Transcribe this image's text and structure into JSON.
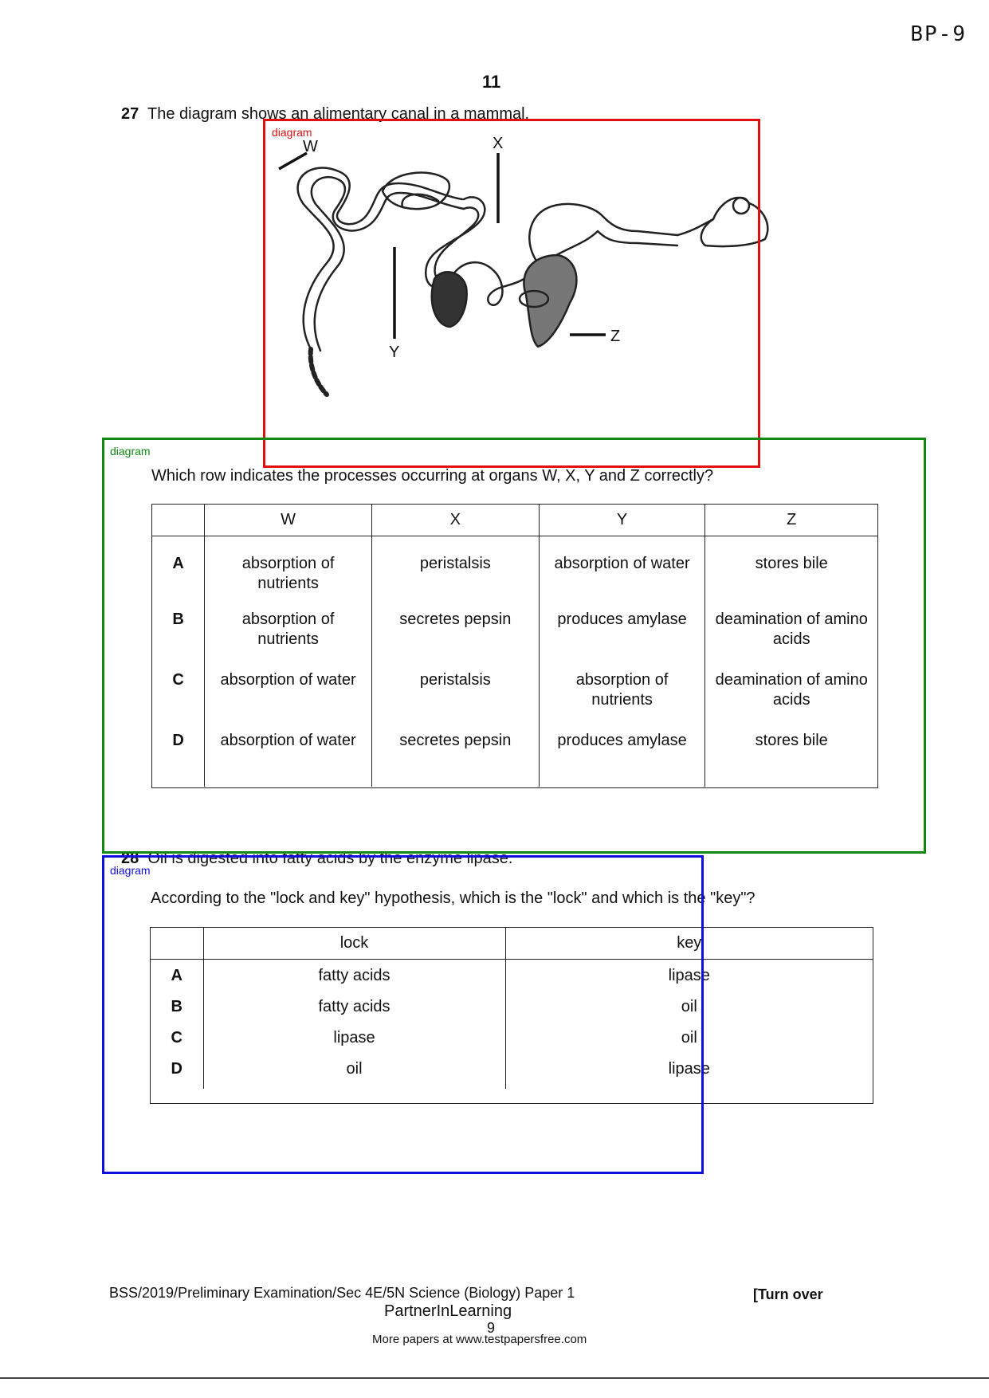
{
  "header": {
    "bp_mark": "BP-9",
    "page_number": "11"
  },
  "q27": {
    "number": "27",
    "text": "The diagram shows an alimentary canal in a mammal.",
    "diagram_labels": {
      "w": "W",
      "x": "X",
      "y": "Y",
      "z": "Z"
    },
    "question": "Which row indicates the processes occurring at organs W, X, Y and Z correctly?",
    "columns": [
      "W",
      "X",
      "Y",
      "Z"
    ],
    "rows": [
      {
        "letter": "A",
        "w": "absorption of nutrients",
        "x": "peristalsis",
        "y": "absorption of water",
        "z": "stores bile"
      },
      {
        "letter": "B",
        "w": "absorption of nutrients",
        "x": "secretes pepsin",
        "y": "produces amylase",
        "z": "deamination of amino acids"
      },
      {
        "letter": "C",
        "w": "absorption of water",
        "x": "peristalsis",
        "y": "absorption of nutrients",
        "z": "deamination of amino acids"
      },
      {
        "letter": "D",
        "w": "absorption of water",
        "x": "secretes pepsin",
        "y": "produces amylase",
        "z": "stores bile"
      }
    ]
  },
  "q28": {
    "number": "28",
    "text": "Oil is digested into fatty acids by the enzyme lipase.",
    "question": "According to the \"lock and key\" hypothesis, which is the \"lock\" and which is the \"key\"?",
    "columns": [
      "lock",
      "key"
    ],
    "rows": [
      {
        "letter": "A",
        "lock": "fatty acids",
        "key": "lipase"
      },
      {
        "letter": "B",
        "lock": "fatty acids",
        "key": "oil"
      },
      {
        "letter": "C",
        "lock": "lipase",
        "key": "oil"
      },
      {
        "letter": "D",
        "lock": "oil",
        "key": "lipase"
      }
    ]
  },
  "overlays": [
    {
      "label": "diagram",
      "color": "#e01010"
    },
    {
      "label": "diagram",
      "color": "#118811"
    },
    {
      "label": "diagram",
      "color": "#1010dd"
    }
  ],
  "footer": {
    "exam_line": "BSS/2019/Preliminary Examination/Sec 4E/5N Science (Biology) Paper 1",
    "turn_over": "[Turn over",
    "brand": "PartnerInLearning",
    "sheet_number": "9",
    "more_papers": "More papers at www.testpapersfree.com"
  }
}
